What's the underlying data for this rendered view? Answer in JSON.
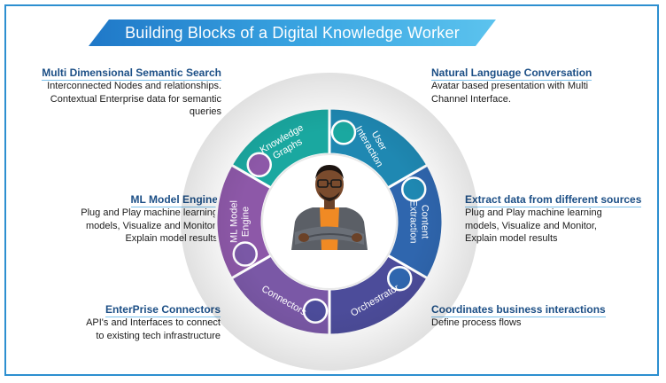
{
  "title": "Building Blocks of a Digital Knowledge Worker",
  "colors": {
    "banner": "#2a8fd8",
    "knowledge": "#1aa8a0",
    "user": "#1f88b2",
    "content": "#2f66ae",
    "orchestrator": "#4c4c9a",
    "connectors": "#7a58a6",
    "ml": "#8d58a8"
  },
  "segments": {
    "knowledge": "Knowledge Graphs",
    "user": "User Interaction",
    "content": "Content Extraction",
    "orchestrator": "Orchestrator",
    "connectors": "Connectors",
    "ml": "ML Model Engine"
  },
  "blocks": {
    "semantic": {
      "heading": "Multi Dimensional Semantic Search",
      "body": "Interconnected Nodes and relationships.\nContextual Enterprise data for semantic\nqueries"
    },
    "nlc": {
      "heading": "Natural Language Conversation",
      "body": "Avatar based presentation with Multi\nChannel Interface."
    },
    "ml": {
      "heading": "ML Model Engine",
      "body": "Plug and Play machine learning\nmodels, Visualize and Monitor,\nExplain model results"
    },
    "extract": {
      "heading": "Extract data from different sources",
      "body": "Plug and Play machine learning\nmodels, Visualize and Monitor,\nExplain model results"
    },
    "connectors": {
      "heading": "EnterPrise Connectors",
      "body": "API's and Interfaces to connect\nto existing tech infrastructure"
    },
    "coord": {
      "heading": "Coordinates business interactions",
      "body": "Define process flows"
    }
  },
  "center": {
    "icon": "avatar-icon"
  }
}
